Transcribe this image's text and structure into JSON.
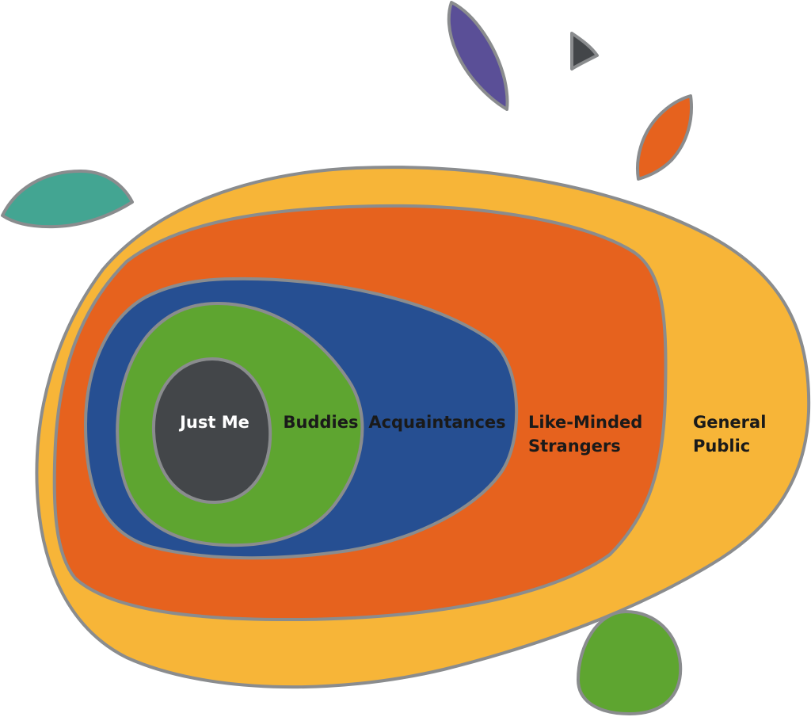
{
  "diagram": {
    "rings": [
      {
        "id": "just-me",
        "label_lines": [
          "Just Me"
        ],
        "fill": "#434649",
        "text_color": "#ffffff"
      },
      {
        "id": "buddies",
        "label_lines": [
          "Buddies"
        ],
        "fill": "#5ea530",
        "text_color": "#1a1a1a"
      },
      {
        "id": "acquaintances",
        "label_lines": [
          "Acquaintances"
        ],
        "fill": "#264f92",
        "text_color": "#1a1a1a"
      },
      {
        "id": "like-minded-strangers",
        "label_lines": [
          "Like-Minded",
          "Strangers"
        ],
        "fill": "#e6621e",
        "text_color": "#1a1a1a"
      },
      {
        "id": "general-public",
        "label_lines": [
          "General",
          "Public"
        ],
        "fill": "#f7b538",
        "text_color": "#1a1a1a"
      }
    ],
    "decorations": [
      {
        "id": "teal-leaf",
        "fill": "#43a592"
      },
      {
        "id": "purple-leaf",
        "fill": "#5a4f97"
      },
      {
        "id": "dark-triangle",
        "fill": "#434649"
      },
      {
        "id": "orange-leaf",
        "fill": "#e6621e"
      },
      {
        "id": "green-pebble",
        "fill": "#5ea530"
      }
    ],
    "outline_color": "#8a8c8e"
  }
}
